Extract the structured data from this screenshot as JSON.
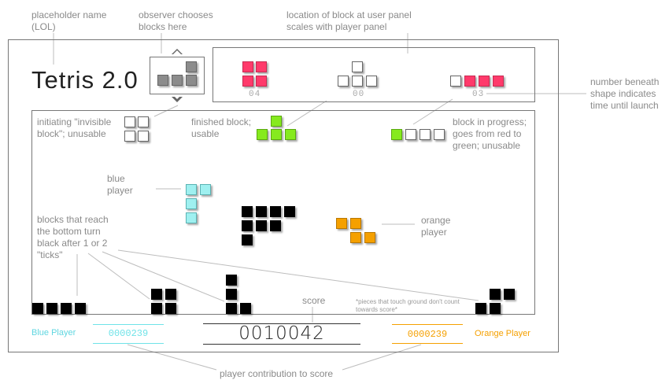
{
  "title": "Tetris 2.0",
  "annotations": {
    "placeholder": "placeholder name (LOL)",
    "observer": "observer chooses blocks here",
    "location": "location of block at user panel scales with player panel",
    "number_beneath": "number beneath shape indicates time until launch",
    "invisible": "initiating \"invisible block\"; unusable",
    "finished": "finished block; usable",
    "in_progress": "block in progress; goes from red to green; unusable",
    "blue_player": "blue player",
    "orange_player": "orange player",
    "reach_bottom": "blocks that reach the bottom turn black after 1 or 2 \"ticks\"",
    "score": "score",
    "ground_note": "*pieces that touch ground don't count towards score*",
    "contribution": "player contribution to score"
  },
  "queue": [
    {
      "timer": "04",
      "color": "pink"
    },
    {
      "timer": "00",
      "color": "empty"
    },
    {
      "timer": "03",
      "color": "pink"
    }
  ],
  "score": {
    "total": "0010042",
    "blue_label": "Blue Player",
    "blue_value": "0000239",
    "orange_label": "Orange Player",
    "orange_value": "0000239"
  },
  "colors": {
    "blue_player": "#6fe3e8",
    "orange_player": "#f5a000",
    "pink": "#ff3a6b",
    "green": "#86ea1e",
    "cyan": "#9ff0f0",
    "black": "#000000",
    "frame": "#777777"
  }
}
